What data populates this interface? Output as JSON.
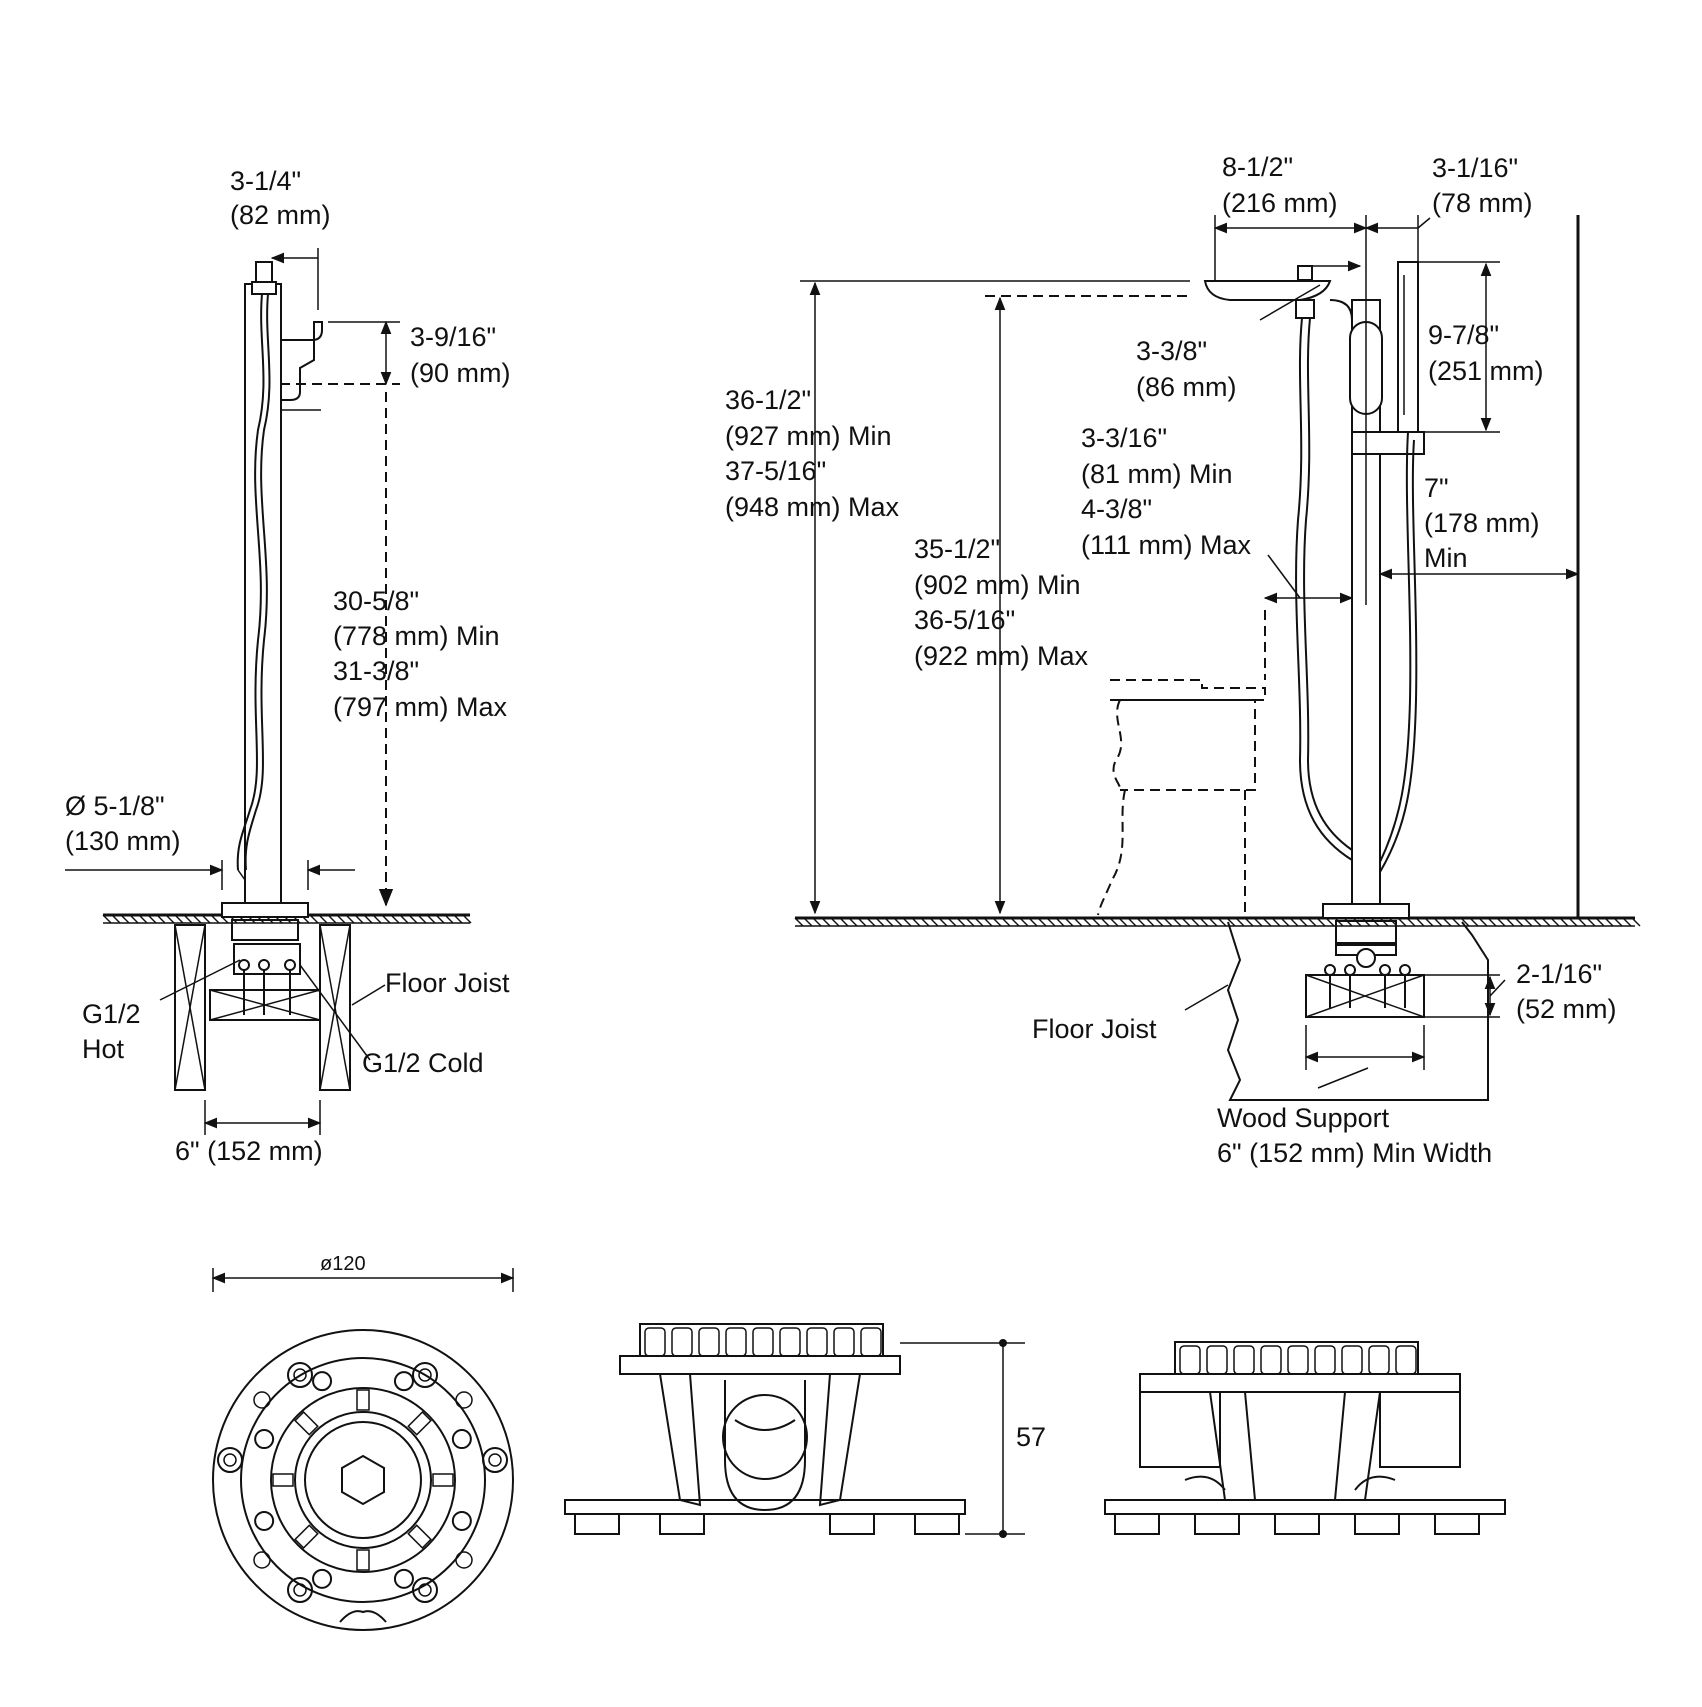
{
  "colors": {
    "line": "#111111",
    "background": "#ffffff"
  },
  "side_view": {
    "top_width": [
      "3-1/4\"",
      "(82 mm)"
    ],
    "handle_height": [
      "3-9/16\"",
      "(90 mm)"
    ],
    "spout_height": [
      "30-5/8\"",
      "(778 mm) Min",
      "31-3/8\"",
      "(797 mm) Max"
    ],
    "base_diameter": [
      "Ø 5-1/8\"",
      "(130 mm)"
    ],
    "hot": [
      "G1/2",
      "Hot"
    ],
    "cold": "G1/2 Cold",
    "floor_joist": "Floor Joist",
    "joist_spacing": "6\" (152 mm)"
  },
  "front_view": {
    "spout_reach": [
      "8-1/2\"",
      "(216 mm)"
    ],
    "handshower_offset": [
      "3-1/16\"",
      "(78 mm)"
    ],
    "spout_depth": [
      "3-3/8\"",
      "(86 mm)"
    ],
    "overall_height": [
      "36-1/2\"",
      "(927 mm) Min",
      "37-5/16\"",
      "(948 mm) Max"
    ],
    "outlet_height": [
      "35-1/2\"",
      "(902 mm) Min",
      "36-5/16\"",
      "(922 mm) Max"
    ],
    "tub_clearance": [
      "3-3/16\"",
      "(81 mm) Min",
      "4-3/8\"",
      "(111 mm) Max"
    ],
    "handshower_length": [
      "9-7/8\"",
      "(251 mm)"
    ],
    "wall_clearance": [
      "7\"",
      "(178 mm)",
      "Min"
    ],
    "support_depth": [
      "2-1/16\"",
      "(52 mm)"
    ],
    "floor_joist": "Floor Joist",
    "wood_support": [
      "Wood Support",
      "6\" (152 mm) Min Width"
    ]
  },
  "rough_in": {
    "diameter": "ø120",
    "height": "57"
  }
}
